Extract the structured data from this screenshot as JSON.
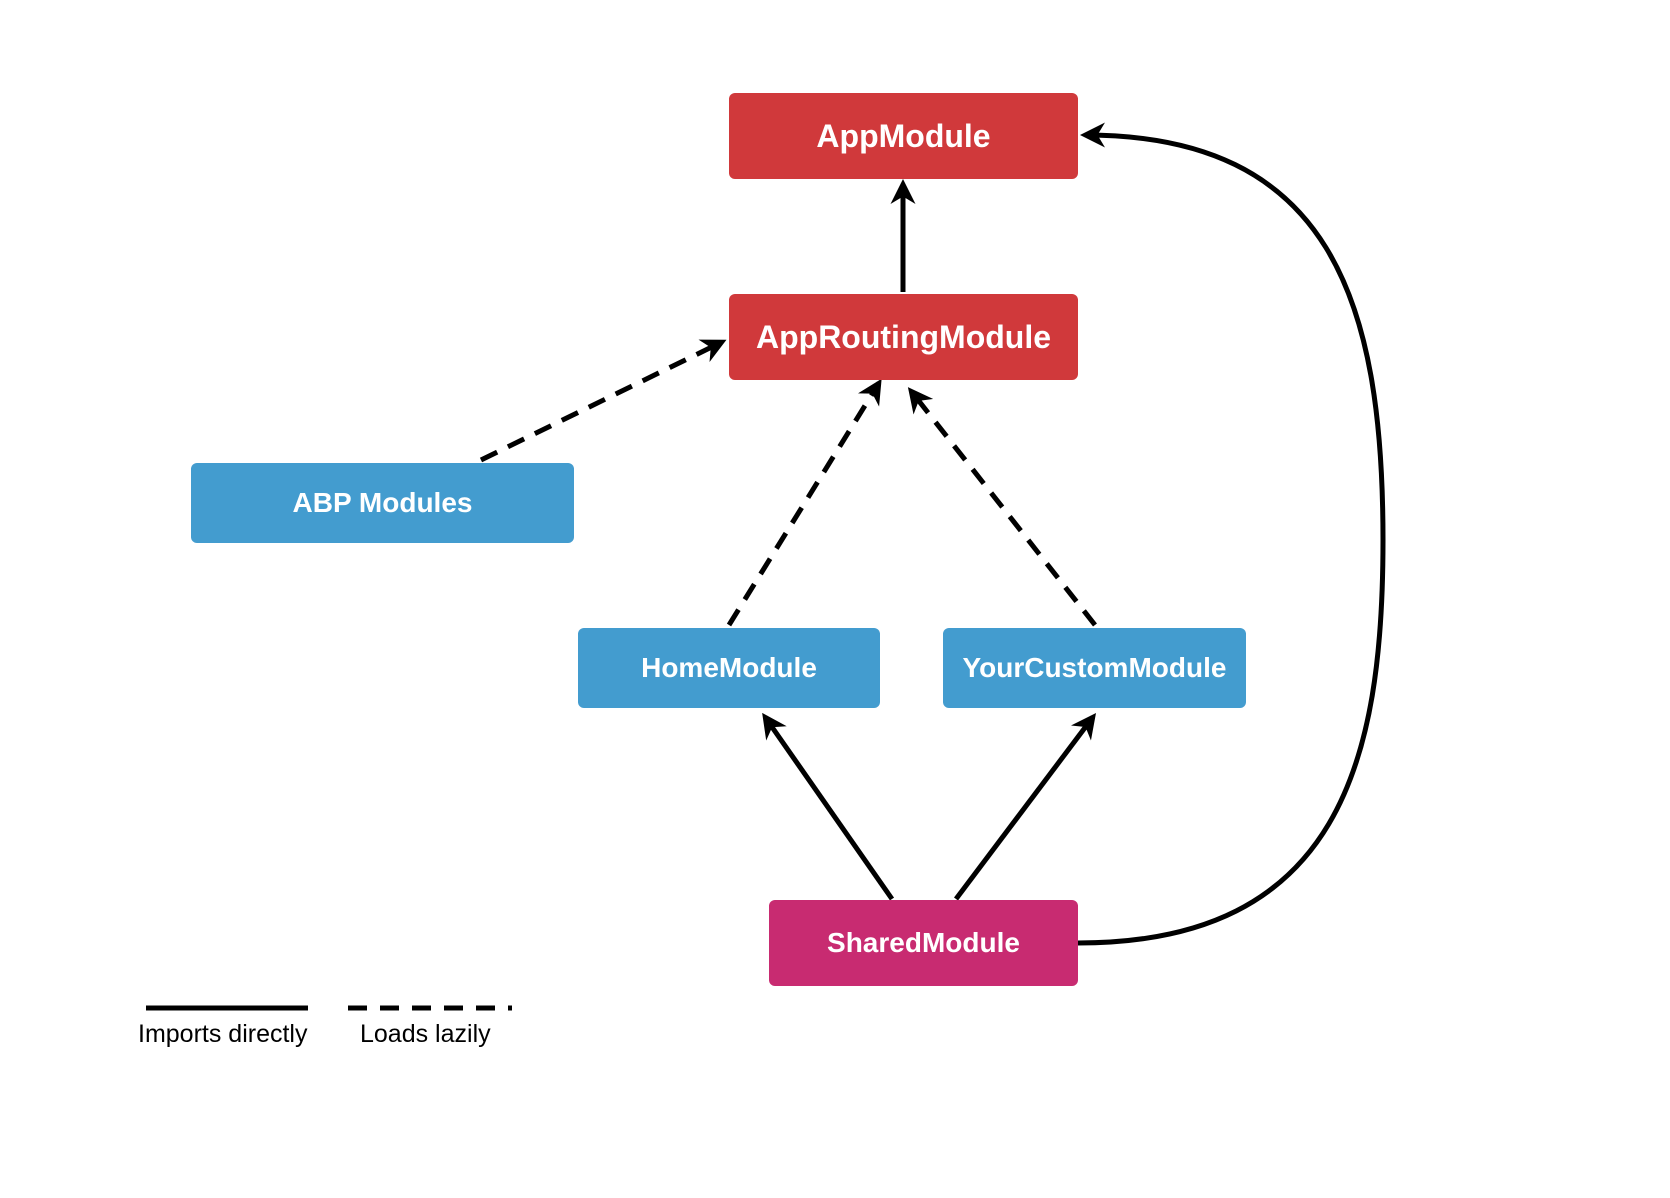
{
  "colors": {
    "core": "#d0393b",
    "feature": "#439ccf",
    "shared": "#c82b71",
    "edge": "#000000",
    "background": "#ffffff"
  },
  "nodes": {
    "app_module": "AppModule",
    "app_routing_module": "AppRoutingModule",
    "abp_modules": "ABP Modules",
    "home_module": "HomeModule",
    "your_custom_module": "YourCustomModule",
    "shared_module": "SharedModule"
  },
  "edges": [
    {
      "from": "AppRoutingModule",
      "to": "AppModule",
      "style": "solid"
    },
    {
      "from": "ABP Modules",
      "to": "AppRoutingModule",
      "style": "dashed"
    },
    {
      "from": "HomeModule",
      "to": "AppRoutingModule",
      "style": "dashed"
    },
    {
      "from": "YourCustomModule",
      "to": "AppRoutingModule",
      "style": "dashed"
    },
    {
      "from": "SharedModule",
      "to": "HomeModule",
      "style": "solid"
    },
    {
      "from": "SharedModule",
      "to": "YourCustomModule",
      "style": "solid"
    },
    {
      "from": "SharedModule",
      "to": "AppModule",
      "style": "solid"
    }
  ],
  "legend": {
    "solid_label": "Imports directly",
    "dashed_label": "Loads lazily"
  }
}
